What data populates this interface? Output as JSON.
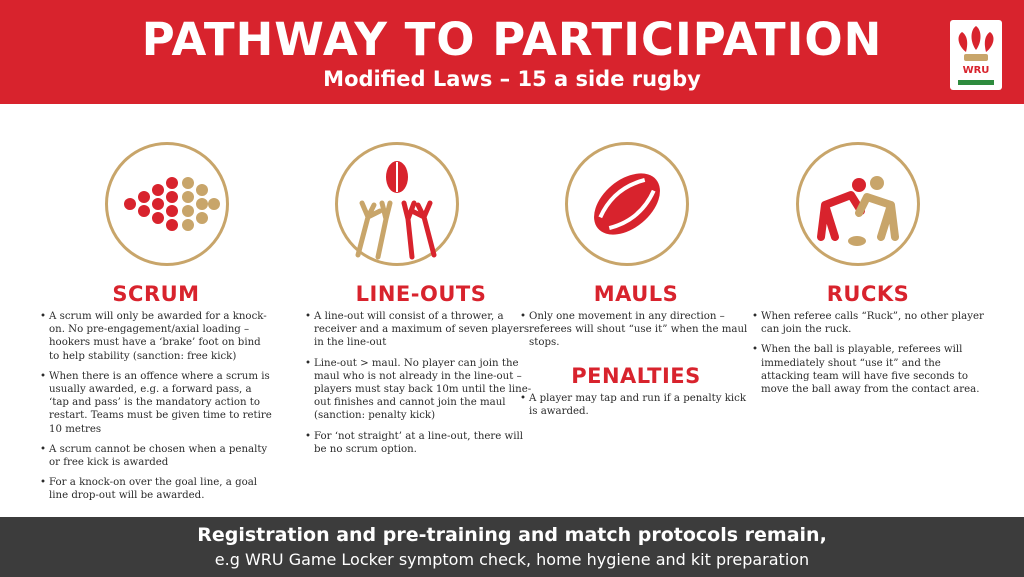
{
  "header": {
    "title": "PATHWAY TO PARTICIPATION",
    "subtitle": "Modified Laws – 15 a side rugby",
    "logo_text": "WRU"
  },
  "colors": {
    "red": "#d8232d",
    "gold": "#c8a56a",
    "dark": "#3c3c3c"
  },
  "sections": {
    "scrum": {
      "icon": "scrum-dots-icon",
      "title": "SCRUM",
      "bullets": [
        "A scrum will only be awarded for a knock-on. No pre-engagement/axial loading – hookers must have a ‘brake’ foot on bind to help stability (sanction: free kick)",
        "When there is an offence where a scrum is usually awarded,  e.g. a forward pass, a ‘tap and pass’ is the mandatory action to restart.  Teams must be given time to retire 10 metres",
        "A scrum cannot be chosen when a penalty or free kick is awarded",
        "For a knock-on over the goal line, a goal line drop-out will be awarded."
      ]
    },
    "lineouts": {
      "icon": "lineout-hands-icon",
      "title": "LINE-OUTS",
      "bullets": [
        "A line-out will consist of a thrower, a receiver and a maximum of seven players in the line-out",
        "Line-out > maul. No player can join the maul who is not already in the line-out – players must stay back 10m until the line-out finishes and cannot join the maul (sanction: penalty kick)",
        "For ‘not straight’ at a line-out, there will be no scrum option."
      ]
    },
    "mauls": {
      "icon": "rugby-ball-icon",
      "title": "MAULS",
      "bullets": [
        "Only one movement in any direction – referees will shout “use it” when the maul stops."
      ]
    },
    "penalties": {
      "title": "PENALTIES",
      "bullets": [
        "A player may tap and run if a penalty kick is awarded."
      ]
    },
    "rucks": {
      "icon": "ruck-players-icon",
      "title": "RUCKS",
      "bullets": [
        "When referee calls “Ruck”, no other player can join the ruck.",
        "When the ball is playable, referees will immediately shout “use it” and the attacking team will have five seconds to move the ball away from the contact area."
      ]
    }
  },
  "footer": {
    "line1": "Registration and pre-training and match protocols remain,",
    "line2": "e.g WRU Game Locker symptom check, home hygiene and kit preparation"
  }
}
